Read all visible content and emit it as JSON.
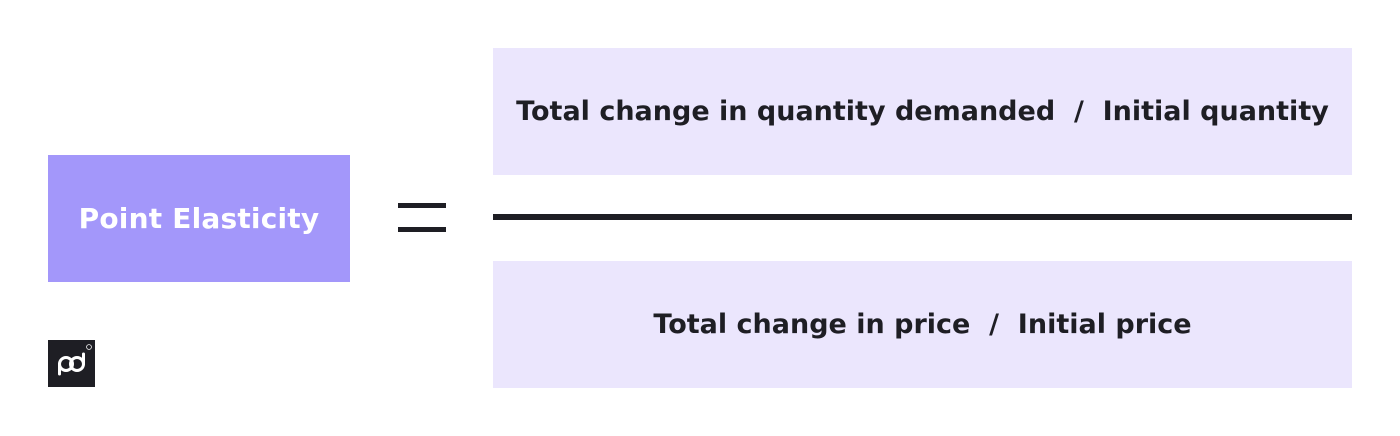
{
  "formula": {
    "label": "Point Elasticity",
    "numerator": "Total change in quantity demanded  /  Initial quantity",
    "denominator": "Total change in price  /  Initial price"
  },
  "logo": {
    "text": "pd",
    "mark": "®"
  },
  "colors": {
    "label_bg": "#a397fa",
    "fraction_bg": "#ebe6fd",
    "ink": "#1e1e24",
    "label_text": "#ffffff"
  }
}
